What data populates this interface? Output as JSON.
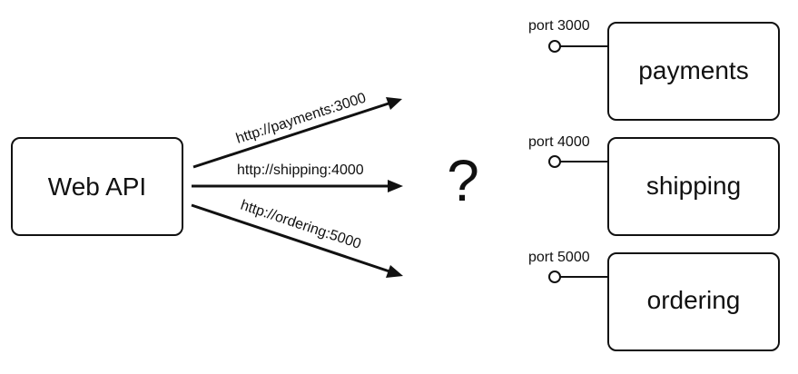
{
  "source": {
    "label": "Web API"
  },
  "connections": [
    {
      "url": "http://payments:3000"
    },
    {
      "url": "http://shipping:4000"
    },
    {
      "url": "http://ordering:5000"
    }
  ],
  "unknown_router": {
    "symbol": "?"
  },
  "services": [
    {
      "name": "payments",
      "port_label": "port 3000"
    },
    {
      "name": "shipping",
      "port_label": "port 4000"
    },
    {
      "name": "ordering",
      "port_label": "port 5000"
    }
  ]
}
